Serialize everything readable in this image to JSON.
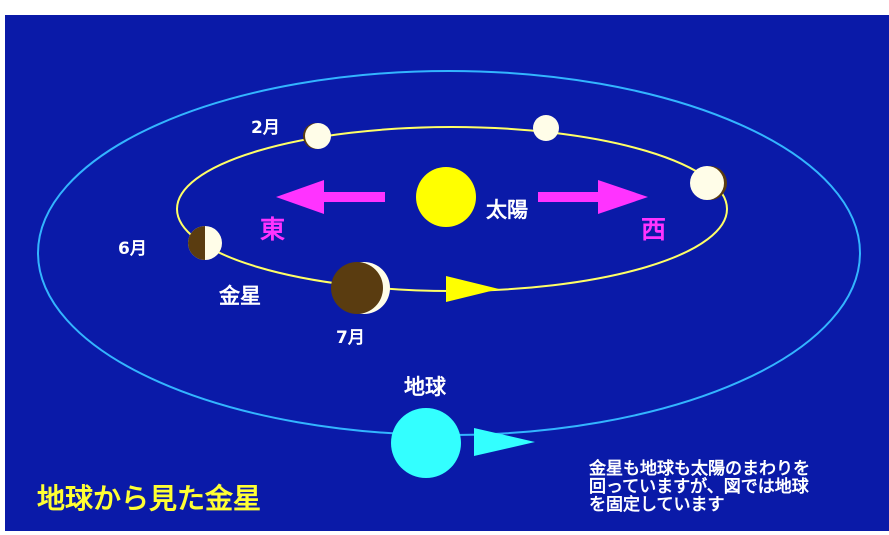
{
  "labels": {
    "sun": "太陽",
    "venus": "金星",
    "earth": "地球",
    "east": "東",
    "west": "西",
    "month_feb": "2月",
    "month_jun": "6月",
    "month_jul": "7月"
  },
  "title": "地球から見た金星",
  "note": "金星も地球も太陽のまわりを\n回っていますが、図では地球\nを固定しています",
  "colors": {
    "background": "#0a1aa8",
    "earth_orbit": "#33b5ff",
    "venus_orbit": "#ffff66",
    "sun": "#ffff00",
    "earth": "#33ffff",
    "arrow": "#ff33ff",
    "title": "#ffff33",
    "venus_dark": "#5a3c10",
    "venus_lit": "#fffde8"
  }
}
